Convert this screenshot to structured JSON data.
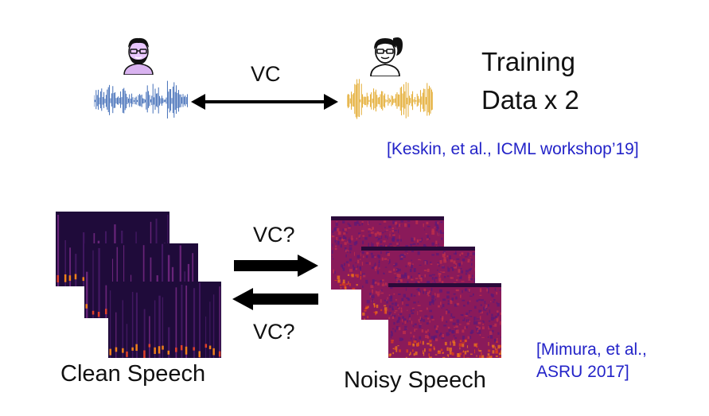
{
  "top": {
    "vc_label": "VC",
    "training_line1": "Training",
    "training_line2": "Data x 2",
    "citation": "[Keskin, et al., ICML workshop’19]",
    "speaker_left": "male-speaker-icon",
    "speaker_right": "female-speaker-icon",
    "wave_left_color": "#2f5fb0",
    "wave_right_color": "#e0a21a"
  },
  "bottom": {
    "vc_top": "VC?",
    "vc_bottom": "VC?",
    "clean_caption": "Clean Speech",
    "noisy_caption": "Noisy Speech",
    "citation_line1": "[Mimura, et al.,",
    "citation_line2": "ASRU 2017]"
  },
  "colors": {
    "citation": "#2323c8",
    "clean_spec_bg": "#1f0b3a",
    "noisy_spec_bg": "#8a1a5a"
  }
}
